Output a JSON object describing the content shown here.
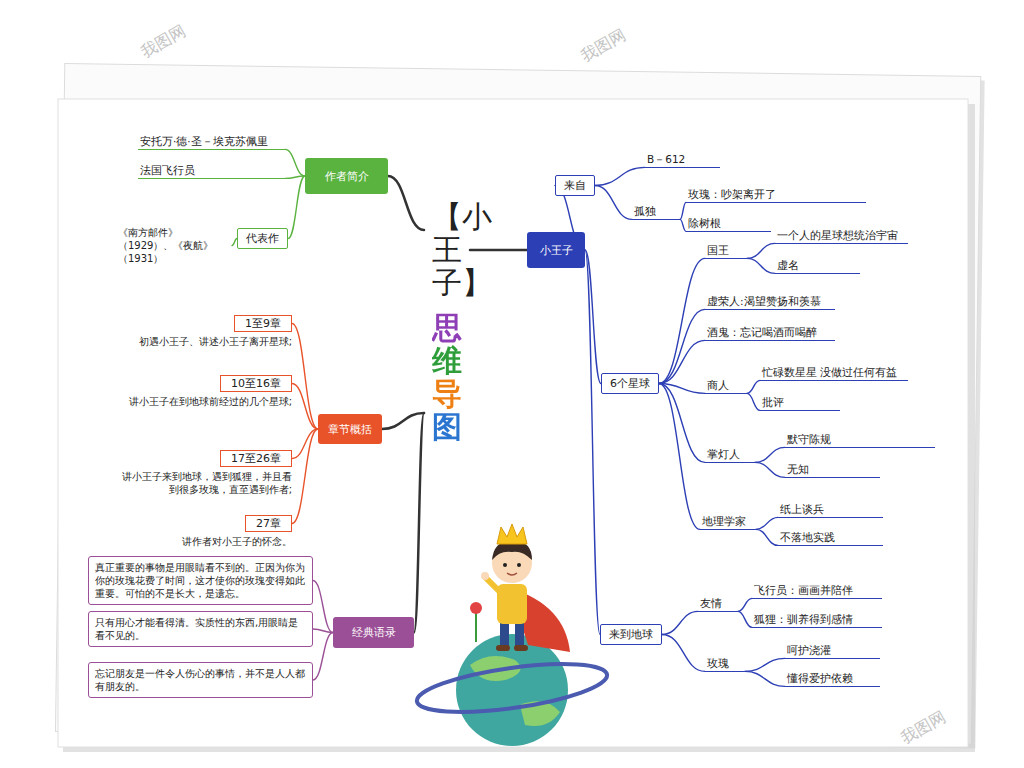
{
  "diagram": {
    "nodes": [
      {
        "text": [
          "【小王子】",
          "思维导图"
        ]
      },
      {
        "text": [
          "作者简介"
        ]
      },
      {
        "text": [
          "安托万·德·圣－埃克苏佩里"
        ]
      },
      {
        "text": [
          "法国飞行员"
        ]
      },
      {
        "text": [
          "代表作"
        ]
      },
      {
        "text": [
          "《南方邮件》（1929）、《夜航》（1931）"
        ]
      },
      {
        "text": [
          "章节概括"
        ]
      },
      {
        "text": [
          "1至9章",
          "初遇小王子、讲述小王子离开星球;"
        ]
      },
      {
        "text": [
          "10至16章",
          "讲小王子在到地球前经过的几个星球;"
        ]
      },
      {
        "text": [
          "17至26章",
          "讲小王子来到地球，遇到狐狸，并且看到很多玫瑰，直至遇到作者;"
        ]
      },
      {
        "text": [
          "27章",
          "讲作者对小王子的怀念。"
        ]
      },
      {
        "text": [
          "经典语录"
        ]
      },
      {
        "text": [
          "真正重要的事物是用眼睛看不到的。正因为你为你的玫瑰花费了时间，这才使你的玫瑰变得如此重要。可怕的不是长大，是遗忘。"
        ]
      },
      {
        "text": [
          "只有用心才能看得清。实质性的东西,用眼睛是看不见的。"
        ]
      },
      {
        "text": [
          "忘记朋友是一件令人伤心的事情，并不是人人都有朋友的。"
        ]
      },
      {
        "text": [
          "小王子"
        ]
      },
      {
        "text": [
          "来自"
        ]
      },
      {
        "text": [
          "B－612"
        ]
      },
      {
        "text": [
          "孤独"
        ]
      },
      {
        "text": [
          "玫瑰：吵架离开了"
        ]
      },
      {
        "text": [
          "除树根"
        ]
      },
      {
        "text": [
          "6个星球"
        ]
      },
      {
        "text": [
          "国王"
        ]
      },
      {
        "text": [
          "一个人的星球想统治宇宙"
        ]
      },
      {
        "text": [
          "虚名"
        ]
      },
      {
        "text": [
          "虚荣人:渴望赞扬和羡慕"
        ]
      },
      {
        "text": [
          "酒鬼：忘记喝酒而喝醉"
        ]
      },
      {
        "text": [
          "商人"
        ]
      },
      {
        "text": [
          "忙碌数星星 没做过任何有益"
        ]
      },
      {
        "text": [
          "批评"
        ]
      },
      {
        "text": [
          "掌灯人"
        ]
      },
      {
        "text": [
          "默守陈规"
        ]
      },
      {
        "text": [
          "无知"
        ]
      },
      {
        "text": [
          "地理学家"
        ]
      },
      {
        "text": [
          "纸上谈兵"
        ]
      },
      {
        "text": [
          "不落地实践"
        ]
      },
      {
        "text": [
          "来到地球"
        ]
      },
      {
        "text": [
          "友情"
        ]
      },
      {
        "text": [
          "飞行员：画画并陪伴"
        ]
      },
      {
        "text": [
          "狐狸：驯养得到感情"
        ]
      },
      {
        "text": [
          "玫瑰"
        ]
      },
      {
        "text": [
          "呵护浇灌"
        ]
      },
      {
        "text": [
          "懂得爱护依赖"
        ]
      }
    ],
    "edges": [
      {
        "from": 0,
        "to": 1,
        "arrow": "none"
      },
      {
        "from": 1,
        "to": 2,
        "arrow": "none"
      },
      {
        "from": 1,
        "to": 3,
        "arrow": "none"
      },
      {
        "from": 1,
        "to": 4,
        "arrow": "none"
      },
      {
        "from": 4,
        "to": 5,
        "arrow": "none"
      },
      {
        "from": 0,
        "to": 6,
        "arrow": "none"
      },
      {
        "from": 6,
        "to": 7,
        "arrow": "none"
      },
      {
        "from": 6,
        "to": 8,
        "arrow": "none"
      },
      {
        "from": 6,
        "to": 9,
        "arrow": "none"
      },
      {
        "from": 6,
        "to": 10,
        "arrow": "none"
      },
      {
        "from": 0,
        "to": 11,
        "arrow": "none"
      },
      {
        "from": 11,
        "to": 12,
        "arrow": "none"
      },
      {
        "from": 11,
        "to": 13,
        "arrow": "none"
      },
      {
        "from": 11,
        "to": 14,
        "arrow": "none"
      },
      {
        "from": 0,
        "to": 15,
        "arrow": "none"
      },
      {
        "from": 15,
        "to": 16,
        "arrow": "none"
      },
      {
        "from": 16,
        "to": 17,
        "arrow": "none"
      },
      {
        "from": 16,
        "to": 18,
        "arrow": "none"
      },
      {
        "from": 18,
        "to": 19,
        "arrow": "none"
      },
      {
        "from": 18,
        "to": 20,
        "arrow": "none"
      },
      {
        "from": 15,
        "to": 21,
        "arrow": "none"
      },
      {
        "from": 21,
        "to": 22,
        "arrow": "none"
      },
      {
        "from": 22,
        "to": 23,
        "arrow": "none"
      },
      {
        "from": 22,
        "to": 24,
        "arrow": "none"
      },
      {
        "from": 21,
        "to": 25,
        "arrow": "none"
      },
      {
        "from": 21,
        "to": 26,
        "arrow": "none"
      },
      {
        "from": 21,
        "to": 27,
        "arrow": "none"
      },
      {
        "from": 27,
        "to": 28,
        "arrow": "none"
      },
      {
        "from": 27,
        "to": 29,
        "arrow": "none"
      },
      {
        "from": 21,
        "to": 30,
        "arrow": "none"
      },
      {
        "from": 30,
        "to": 31,
        "arrow": "none"
      },
      {
        "from": 30,
        "to": 32,
        "arrow": "none"
      },
      {
        "from": 21,
        "to": 33,
        "arrow": "none"
      },
      {
        "from": 33,
        "to": 34,
        "arrow": "none"
      },
      {
        "from": 33,
        "to": 35,
        "arrow": "none"
      },
      {
        "from": 15,
        "to": 36,
        "arrow": "none"
      },
      {
        "from": 36,
        "to": 37,
        "arrow": "none"
      },
      {
        "from": 37,
        "to": 38,
        "arrow": "none"
      },
      {
        "from": 37,
        "to": 39,
        "arrow": "none"
      },
      {
        "from": 36,
        "to": 40,
        "arrow": "none"
      },
      {
        "from": 40,
        "to": 41,
        "arrow": "none"
      },
      {
        "from": 40,
        "to": 42,
        "arrow": "none"
      }
    ],
    "labels": [
      "我图网",
      "我图网",
      "我图网"
    ]
  }
}
